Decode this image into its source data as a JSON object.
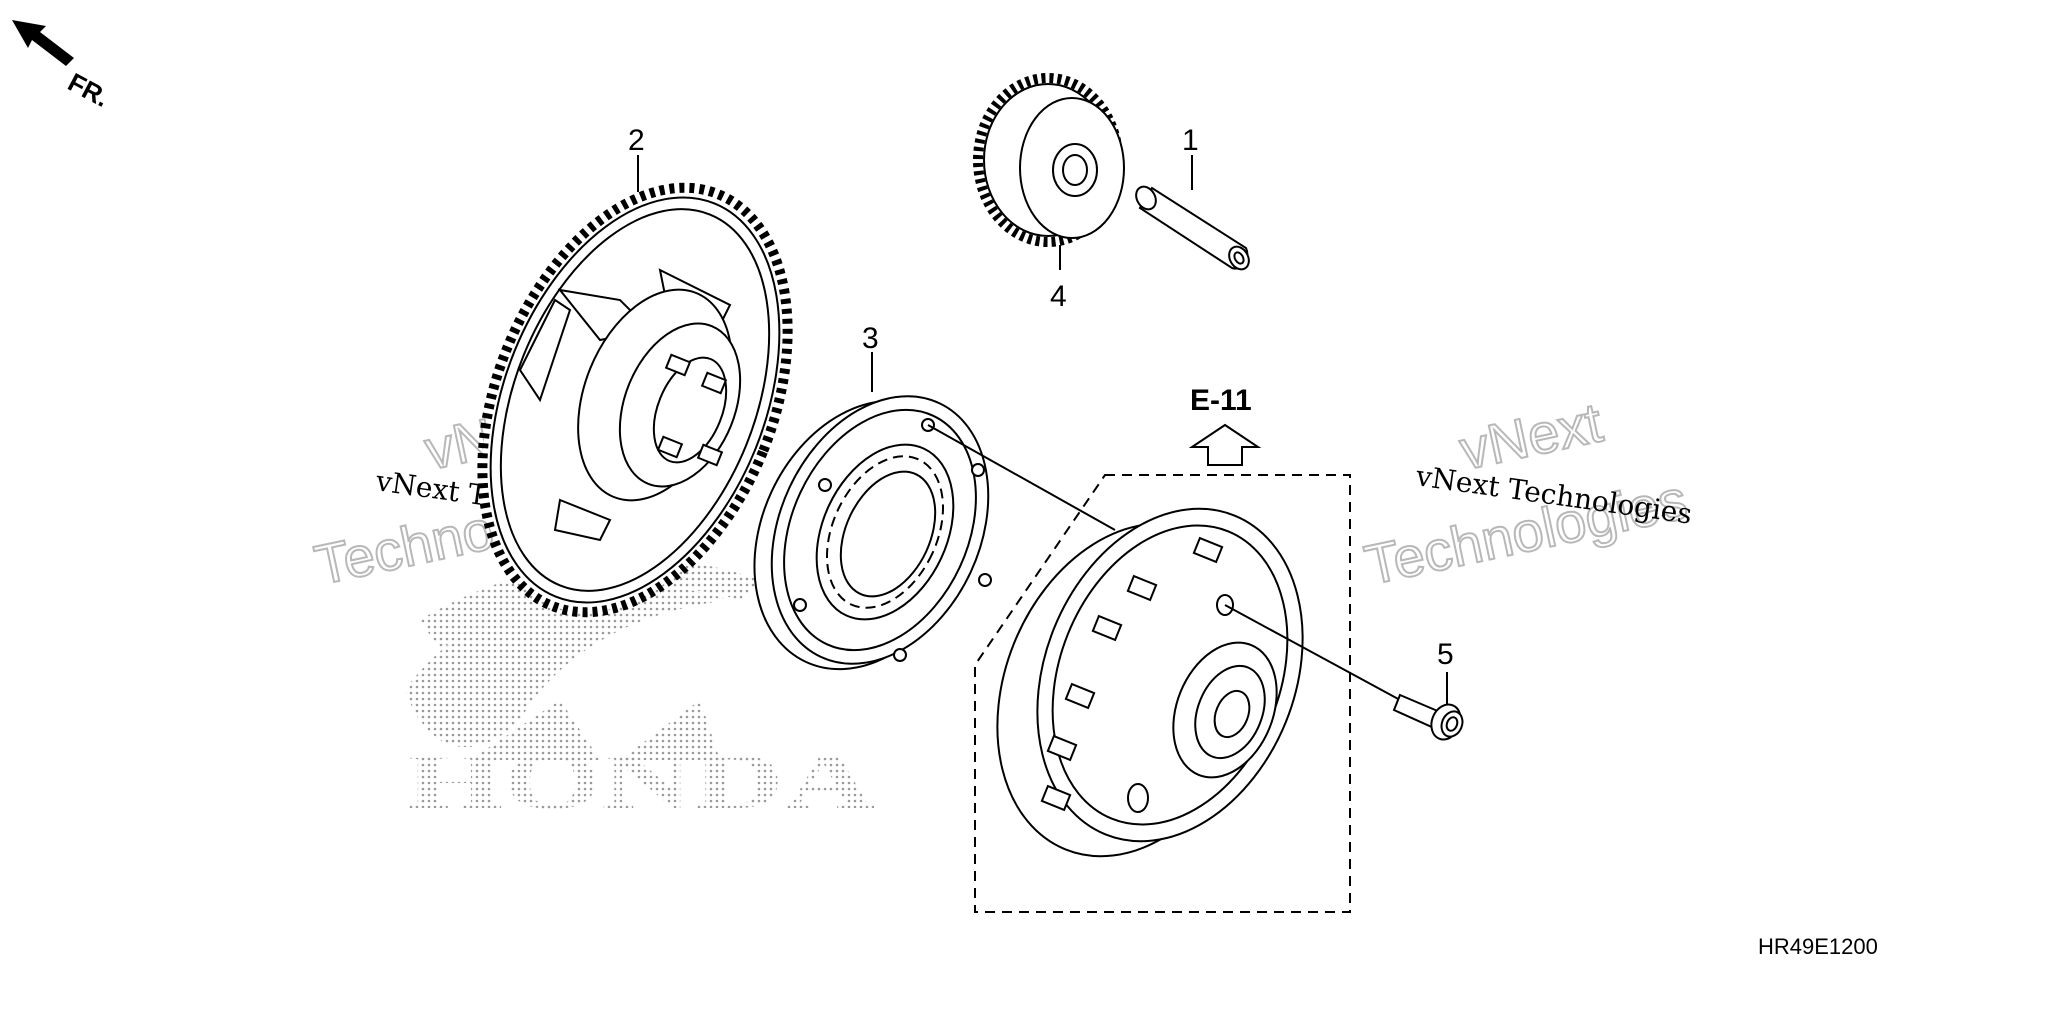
{
  "direction_label": "FR.",
  "reference_label": "E-11",
  "diagram_code": "HR49E1200",
  "callouts": {
    "p1": "1",
    "p2": "2",
    "p3": "3",
    "p4": "4",
    "p5": "5"
  },
  "watermark": {
    "small_text": "vNext Technologies",
    "large_line1": "vNext",
    "large_line2": "Technologies",
    "logo_text": "HONDA"
  },
  "colors": {
    "line": "#000000",
    "watermark": "#b8b8b8",
    "background": "#ffffff"
  }
}
